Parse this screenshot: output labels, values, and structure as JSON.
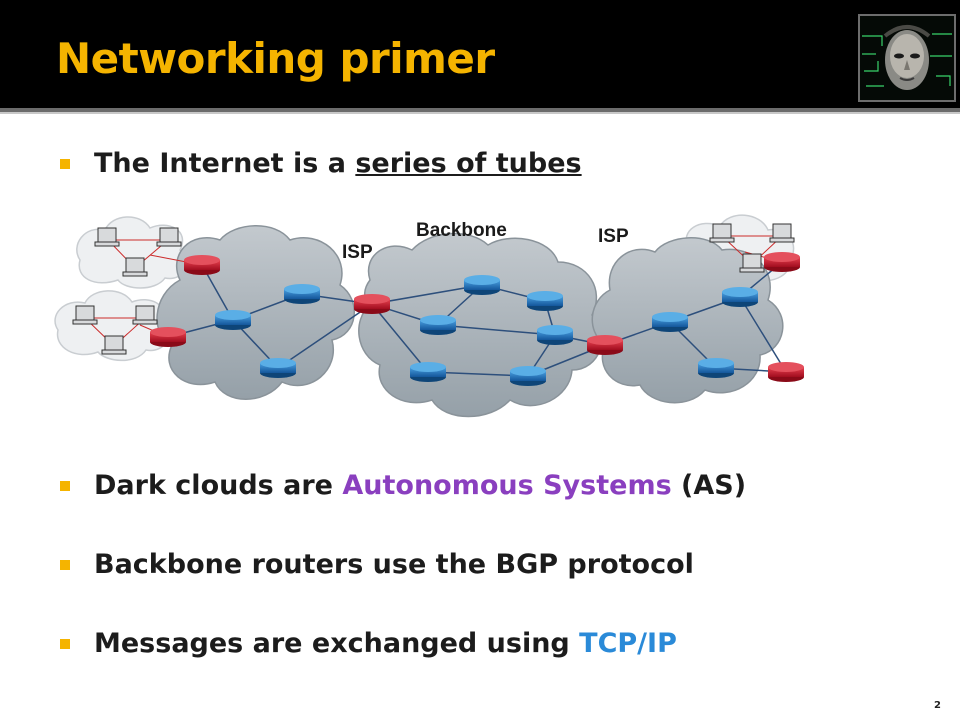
{
  "slide": {
    "title": "Networking primer",
    "page_number": "2"
  },
  "bullets": [
    {
      "parts": [
        "The Internet is a ",
        "series of tubes",
        ""
      ]
    },
    {
      "parts": [
        "Dark clouds are ",
        "Autonomous Systems",
        " (AS)"
      ]
    },
    {
      "parts": [
        "Backbone routers use the BGP protocol"
      ]
    },
    {
      "parts": [
        "Messages are exchanged using ",
        "TCP/IP"
      ]
    }
  ],
  "diagram": {
    "label_isp_left": "ISP",
    "label_backbone": "Backbone",
    "label_isp_right": "ISP",
    "colors": {
      "cloud": "#aeb6bd",
      "router_red": "#c8102e",
      "router_blue": "#1e73be",
      "link": "#2d4f7c",
      "lan_link": "#cc2b2b"
    }
  }
}
